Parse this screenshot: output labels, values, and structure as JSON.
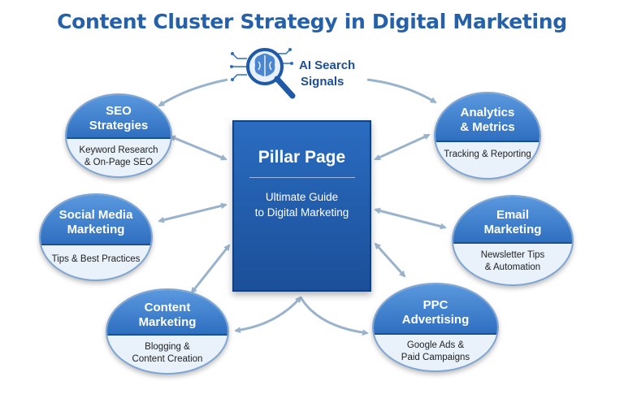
{
  "title": "Content Cluster Strategy in Digital Marketing",
  "ai_signals": {
    "line1": "AI Search",
    "line2": "Signals",
    "icon": "brain-magnifier-icon"
  },
  "pillar": {
    "title": "Pillar Page",
    "subtitle_line1": "Ultimate Guide",
    "subtitle_line2": "to Digital Marketing"
  },
  "clusters": {
    "seo": {
      "title1": "SEO",
      "title2": "Strategies",
      "desc1": "Keyword Research",
      "desc2": "& On-Page SEO"
    },
    "social": {
      "title1": "Social Media",
      "title2": "Marketing",
      "desc1": "Tips & Best Practices"
    },
    "content": {
      "title1": "Content",
      "title2": "Marketing",
      "desc1": "Blogging &",
      "desc2": "Content Creation"
    },
    "analytics": {
      "title1": "Analytics",
      "title2": "& Metrics",
      "desc1": "Tracking & Reporting"
    },
    "email": {
      "title1": "Email",
      "title2": "Marketing",
      "desc1": "Newsletter Tips",
      "desc2": "& Automation"
    },
    "ppc": {
      "title1": "PPC",
      "title2": "Advertising",
      "desc1": "Google Ads &",
      "desc2": "Paid Campaigns"
    }
  },
  "colors": {
    "title": "#2560a8",
    "node_header": "#3a7fd0",
    "pillar": "#1f5aa8",
    "arrow": "#9ab3cc"
  }
}
